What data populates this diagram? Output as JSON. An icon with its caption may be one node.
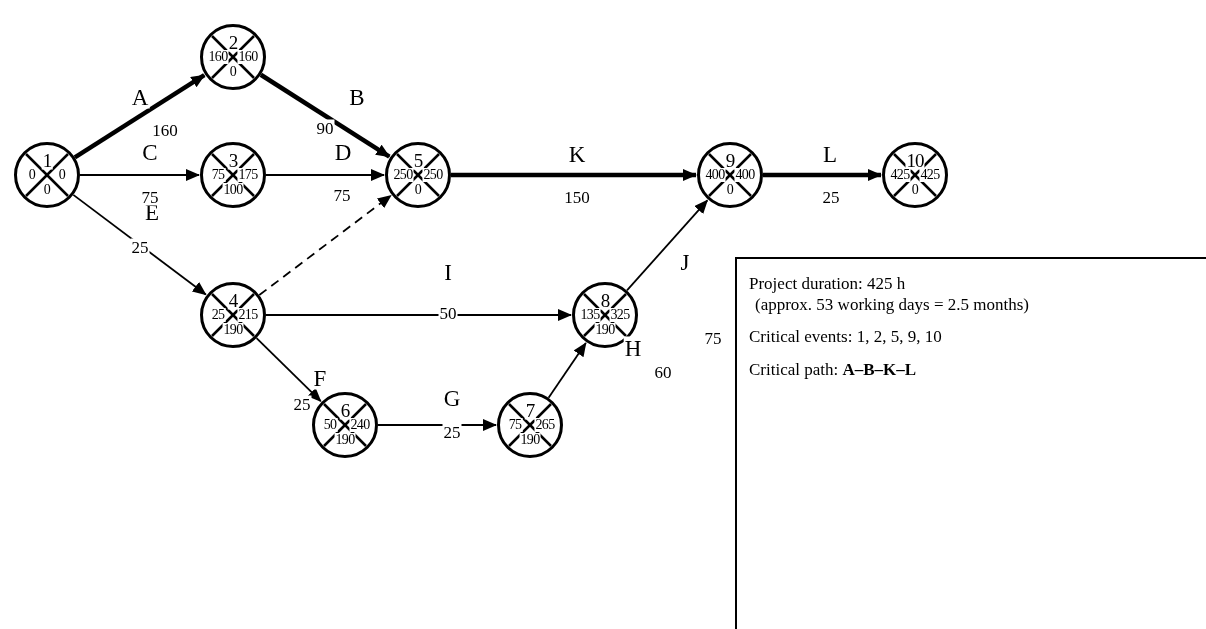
{
  "diagram": {
    "nodes": [
      {
        "text": [
          "1",
          "0",
          "0",
          "0"
        ]
      },
      {
        "text": [
          "2",
          "160",
          "160",
          "0"
        ]
      },
      {
        "text": [
          "3",
          "75",
          "175",
          "100"
        ]
      },
      {
        "text": [
          "5",
          "250",
          "250",
          "0"
        ]
      },
      {
        "text": [
          "9",
          "400",
          "400",
          "0"
        ]
      },
      {
        "text": [
          "10",
          "425",
          "425",
          "0"
        ]
      },
      {
        "text": [
          "4",
          "25",
          "215",
          "190"
        ]
      },
      {
        "text": [
          "8",
          "135",
          "325",
          "190"
        ]
      },
      {
        "text": [
          "6",
          "50",
          "240",
          "190"
        ]
      },
      {
        "text": [
          "7",
          "75",
          "265",
          "190"
        ]
      },
      {
        "text": [
          "Project duration: 425 h",
          "(approx. 53 working days = 2.5 months)",
          "Critical events: 1, 2, 5, 9, 10",
          "Critical path: **A–B–K–L**"
        ]
      }
    ],
    "edges": [
      {
        "from": 0,
        "to": 1,
        "arrow": "to",
        "label": "A",
        "style": "thick"
      },
      {
        "from": 1,
        "to": 3,
        "arrow": "to",
        "label": "B",
        "style": "thick"
      },
      {
        "from": 0,
        "to": 2,
        "arrow": "to",
        "label": "C"
      },
      {
        "from": 2,
        "to": 3,
        "arrow": "to",
        "label": "D"
      },
      {
        "from": 0,
        "to": 6,
        "arrow": "to",
        "label": "E"
      },
      {
        "from": 6,
        "to": 3,
        "arrow": "to",
        "style": "dashed"
      },
      {
        "from": 3,
        "to": 4,
        "arrow": "to",
        "label": "K",
        "style": "thick"
      },
      {
        "from": 6,
        "to": 7,
        "arrow": "to",
        "label": "I"
      },
      {
        "from": 6,
        "to": 8,
        "arrow": "to",
        "label": "F"
      },
      {
        "from": 8,
        "to": 9,
        "arrow": "to",
        "label": "G"
      },
      {
        "from": 9,
        "to": 7,
        "arrow": "to",
        "label": "H"
      },
      {
        "from": 7,
        "to": 4,
        "arrow": "to",
        "label": "J"
      },
      {
        "from": 4,
        "to": 5,
        "arrow": "to",
        "label": "L",
        "style": "thick"
      }
    ],
    "labels": [
      "160",
      "90",
      "75",
      "75",
      "25",
      "150",
      "50",
      "25",
      "25",
      "60",
      "75",
      "25"
    ]
  }
}
